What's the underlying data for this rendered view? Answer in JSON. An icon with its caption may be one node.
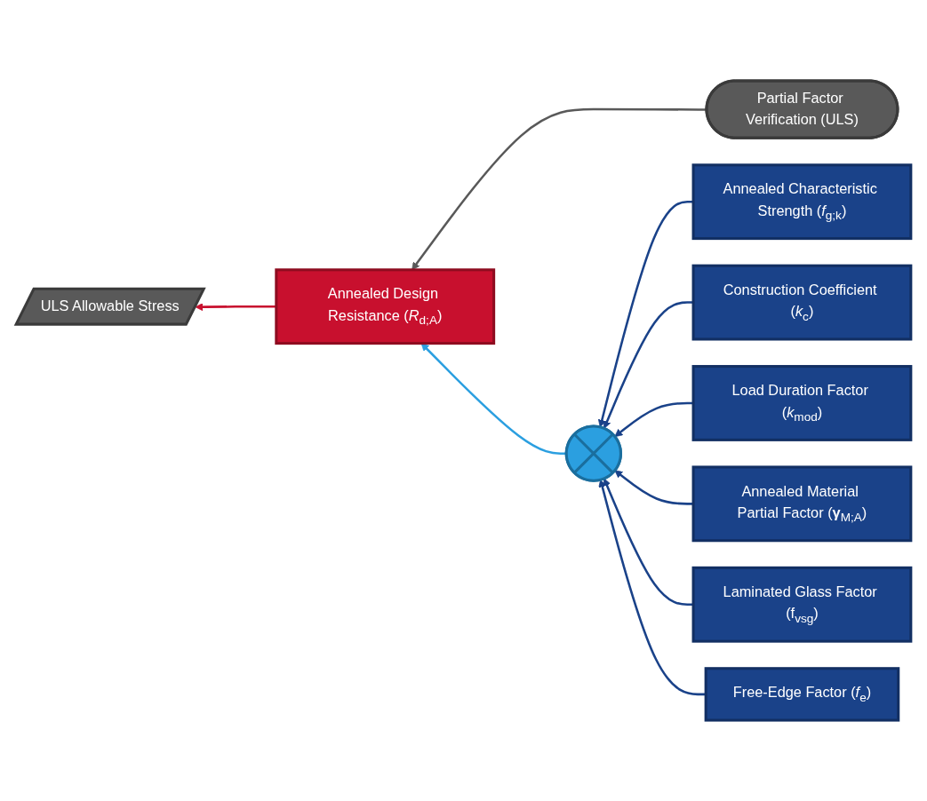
{
  "diagram": {
    "nodes": [
      {
        "text": [
          "Partial Factor Verification (ULS)"
        ]
      },
      {
        "text": [
          "Annealed Design Resistance (*R*$_{d;A}$)"
        ]
      },
      {
        "text": [
          "ULS Allowable Stress"
        ]
      },
      {
        "text": [],
        "shape": "circle"
      },
      {
        "text": [
          "Annealed Characteristic Strength (*f*$_{g;k}$)"
        ]
      },
      {
        "text": [
          "Construction Coefficient (*k*$_{c}$)"
        ]
      },
      {
        "text": [
          "Load Duration Factor (*k*$_{mod}$)"
        ]
      },
      {
        "text": [
          "Annealed Material Partial Factor (**γ**$_{M;A}$)"
        ]
      },
      {
        "text": [
          "Laminated Glass Factor (f$_{vsg}$)"
        ]
      },
      {
        "text": [
          "Free-Edge Factor (*f*$_{e}$)"
        ]
      }
    ],
    "edges": [
      {
        "from": 0,
        "to": 1,
        "arrow": "to",
        "color": "#595959"
      },
      {
        "from": 1,
        "to": 2,
        "arrow": "to",
        "color": "#c8102e"
      },
      {
        "from": 3,
        "to": 1,
        "arrow": "to",
        "color": "#2b9fe0"
      },
      {
        "from": 4,
        "to": 3,
        "arrow": "to"
      },
      {
        "from": 5,
        "to": 3,
        "arrow": "to"
      },
      {
        "from": 6,
        "to": 3,
        "arrow": "to"
      },
      {
        "from": 7,
        "to": 3,
        "arrow": "to"
      },
      {
        "from": 8,
        "to": 3,
        "arrow": "to"
      },
      {
        "from": 9,
        "to": 3,
        "arrow": "to"
      }
    ]
  }
}
